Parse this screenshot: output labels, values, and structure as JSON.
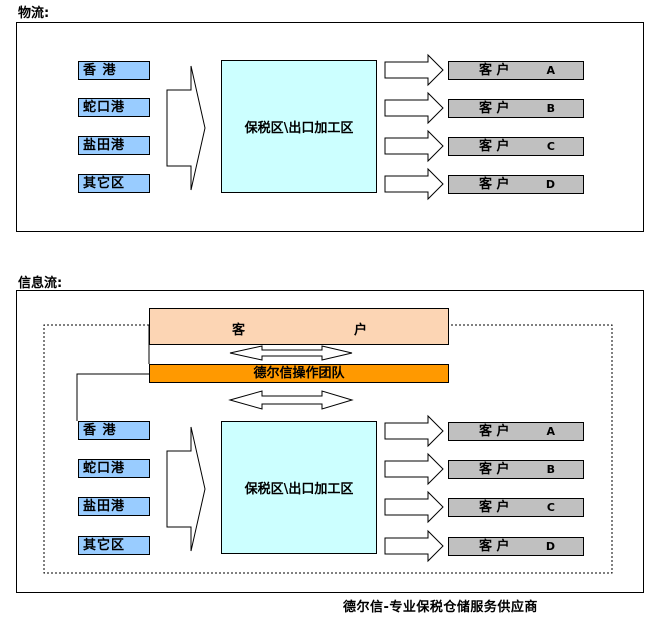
{
  "logistics": {
    "title": "物流:",
    "ports": [
      "香 港",
      "蛇口港",
      "盐田港",
      "其它区"
    ],
    "zone": "保税区\\出口加工区",
    "customers": [
      {
        "label": "客    户",
        "letter": "A"
      },
      {
        "label": "客    户",
        "letter": "B"
      },
      {
        "label": "客    户",
        "letter": "C"
      },
      {
        "label": "客    户",
        "letter": "D"
      }
    ]
  },
  "information": {
    "title": "信息流:",
    "top_customer": {
      "left": "客",
      "right": "户"
    },
    "team": "德尔信操作团队",
    "ports": [
      "香 港",
      "蛇口港",
      "盐田港",
      "其它区"
    ],
    "zone": "保税区\\出口加工区",
    "customers": [
      {
        "label": "客    户",
        "letter": "A"
      },
      {
        "label": "客    户",
        "letter": "B"
      },
      {
        "label": "客    户",
        "letter": "C"
      },
      {
        "label": "客    户",
        "letter": "D"
      }
    ]
  },
  "footer": "德尔信-专业保税仓储服务供应商",
  "colors": {
    "port": "#99ccff",
    "zone": "#ccffff",
    "customer": "#c0c0c0",
    "top_customer": "#fcd5b4",
    "team": "#ff9900"
  }
}
